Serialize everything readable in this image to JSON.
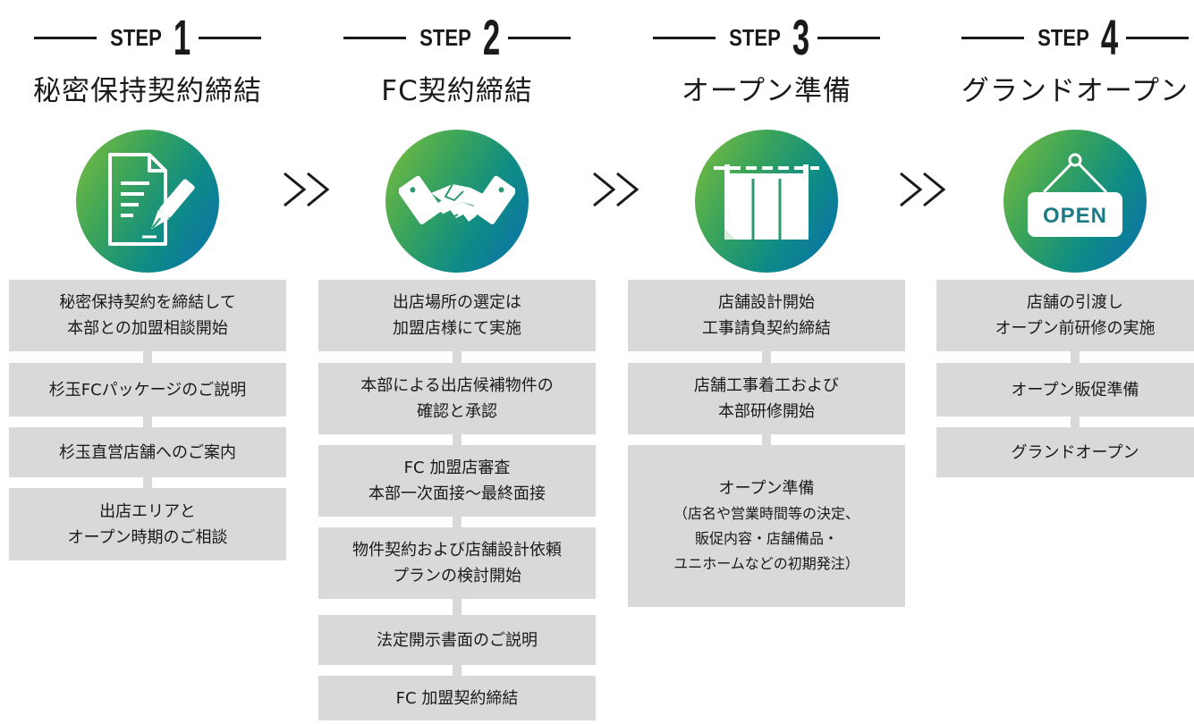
{
  "steps": [
    {
      "step_word": "STEP",
      "step_number": "1",
      "title": "秘密保持契約締結",
      "icon": "contract-pen-icon",
      "items": [
        {
          "lines": [
            "秘密保持契約を締結して",
            "本部との加盟相談開始"
          ]
        },
        {
          "lines": [
            "杉玉FCパッケージのご説明"
          ]
        },
        {
          "lines": [
            "杉玉直営店舗へのご案内"
          ]
        },
        {
          "lines": [
            "出店エリアと",
            "オープン時期のご相談"
          ]
        }
      ]
    },
    {
      "step_word": "STEP",
      "step_number": "2",
      "title": "FC契約締結",
      "icon": "handshake-icon",
      "items": [
        {
          "lines": [
            "出店場所の選定は",
            "加盟店様にて実施"
          ]
        },
        {
          "lines": [
            "本部による出店候補物件の",
            "確認と承認"
          ]
        },
        {
          "lines": [
            "FC 加盟店審査",
            "本部一次面接～最終面接"
          ]
        },
        {
          "lines": [
            "物件契約および店舗設計依頼",
            "プランの検討開始"
          ]
        },
        {
          "lines": [
            "法定開示書面のご説明"
          ]
        },
        {
          "lines": [
            "FC 加盟契約締結"
          ]
        }
      ]
    },
    {
      "step_word": "STEP",
      "step_number": "3",
      "title": "オープン準備",
      "icon": "noren-curtain-icon",
      "items": [
        {
          "lines": [
            "店舗設計開始",
            "工事請負契約締結"
          ]
        },
        {
          "lines": [
            "店舗工事着工および",
            "本部研修開始"
          ]
        },
        {
          "lines": [
            "オープン準備"
          ],
          "sub": [
            "（店名や営業時間等の決定、",
            "販促内容・店舗備品・",
            "ユニホームなどの初期発注）"
          ]
        }
      ]
    },
    {
      "step_word": "STEP",
      "step_number": "4",
      "title": "グランドオープン",
      "icon": "open-sign-icon",
      "sign_text": "OPEN",
      "items": [
        {
          "lines": [
            "店舗の引渡し",
            "オープン前研修の実施"
          ]
        },
        {
          "lines": [
            "オープン販促準備"
          ]
        },
        {
          "lines": [
            "グランドオープン"
          ]
        }
      ]
    }
  ],
  "arrows": [
    ">>",
    ">>",
    ">>"
  ],
  "colors": {
    "box_bg": "#d9d9d9",
    "gradient_start": "#7fbe3b",
    "gradient_end": "#0a6fb0",
    "text": "#1a1a1a"
  }
}
